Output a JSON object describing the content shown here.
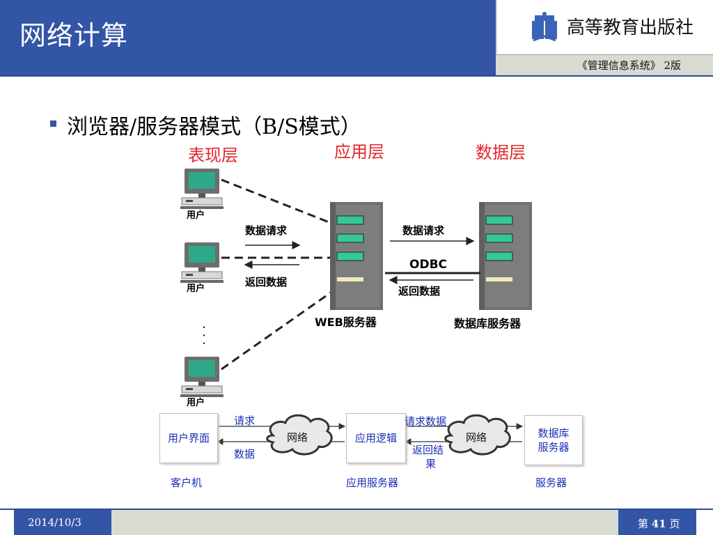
{
  "header": {
    "title": "网络计算",
    "publisher": "高等教育出版社",
    "book": "《管理信息系统》 2版"
  },
  "bullet": {
    "text": "浏览器/服务器模式（B/S模式）"
  },
  "layers": {
    "presentation": "表现层",
    "application": "应用层",
    "data": "数据层"
  },
  "diagram_top": {
    "user_label": "用户",
    "dots": "·  ·  ·",
    "data_request": "数据请求",
    "return_data": "返回数据",
    "odbc": "ODBC",
    "web_server": "WEB服务器",
    "db_server": "数据库服务器"
  },
  "diagram_bottom": {
    "ui_box": "用户界面",
    "app_box": "应用逻辑",
    "db_box_line1": "数据库",
    "db_box_line2": "服务器",
    "request": "请求",
    "data": "数据",
    "network": "网络",
    "request_data": "请求数据",
    "return_result_1": "返回结",
    "return_result_2": "果",
    "client": "客户机",
    "app_server": "应用服务器",
    "server": "服务器"
  },
  "footer": {
    "date": "2014/10/3",
    "page_prefix": "第",
    "page_number": "41",
    "page_suffix": "页"
  },
  "colors": {
    "header_blue": "#3355a5",
    "layer_red": "#e3262b",
    "diagram_blue": "#1a2fb5",
    "footer_gray": "#d8dbd2"
  },
  "icons": [
    "book-logo-icon",
    "computer-icon",
    "server-icon",
    "cloud-icon",
    "arrow-icon"
  ]
}
